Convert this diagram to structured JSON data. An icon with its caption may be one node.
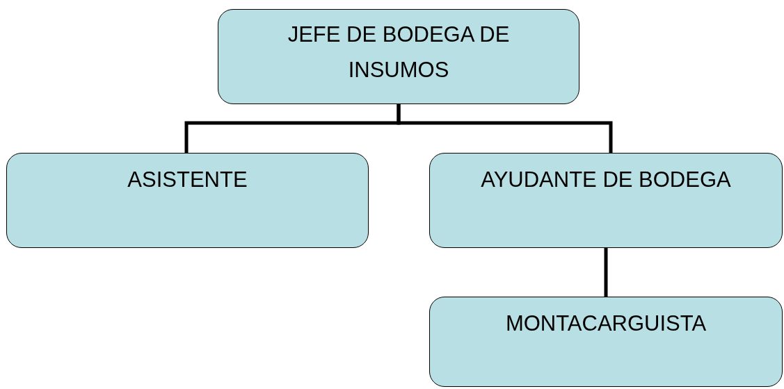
{
  "diagram": {
    "nodes": [
      {
        "text": [
          "JEFE DE BODEGA DE INSUMOS"
        ]
      },
      {
        "text": [
          "ASISTENTE"
        ]
      },
      {
        "text": [
          "AYUDANTE DE BODEGA"
        ]
      },
      {
        "text": [
          "MONTACARGUISTA"
        ]
      }
    ],
    "edges": [
      {
        "from": 0,
        "to": 1,
        "arrow": "none"
      },
      {
        "from": 0,
        "to": 2,
        "arrow": "none"
      },
      {
        "from": 2,
        "to": 3,
        "arrow": "none"
      }
    ]
  }
}
